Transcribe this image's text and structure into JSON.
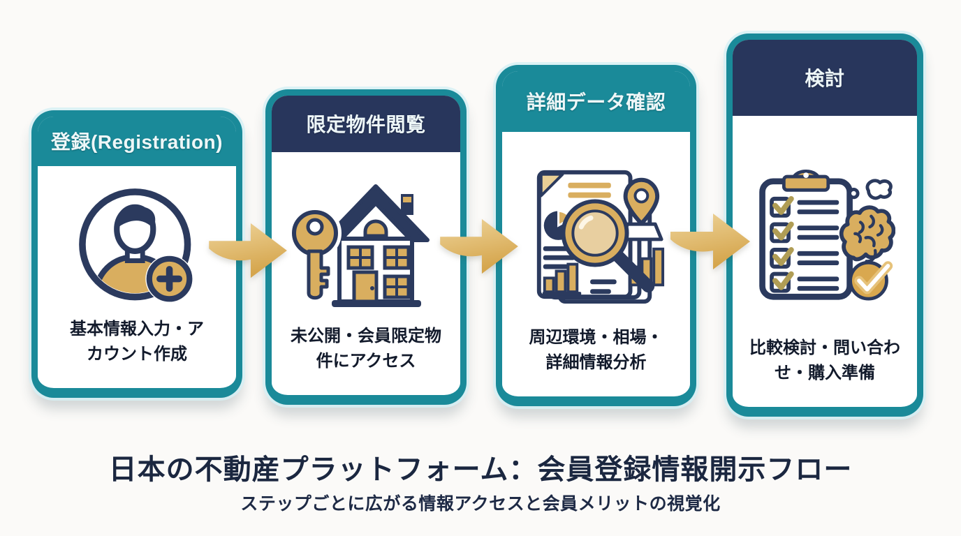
{
  "page": {
    "title": "日本の不動産プラットフォーム：会員登録情報開示フロー",
    "subtitle": "ステップごとに広がる情報アクセスと会員メリットの視覚化"
  },
  "colors": {
    "teal": "#1a8a99",
    "navy": "#28365c",
    "gold": "#d9ae5f",
    "gold_light": "#ecd193",
    "background": "#fbfaf8",
    "title_text": "#1b2740",
    "body_text": "#121a2b",
    "header_text": "#eef7f8"
  },
  "steps": [
    {
      "title": "登録(Registration)",
      "description": "基本情報入力・アカウント作成",
      "header_color": "teal",
      "icon": "user-plus-icon"
    },
    {
      "title": "限定物件閲覧",
      "description": "未公開・会員限定物件にアクセス",
      "header_color": "navy",
      "icon": "key-house-icon"
    },
    {
      "title": "詳細データ確認",
      "description": "周辺環境・相場・詳細情報分析",
      "header_color": "teal",
      "icon": "document-magnifier-icon"
    },
    {
      "title": "検討",
      "description": "比較検討・問い合わせ・購入準備",
      "header_color": "navy",
      "icon": "clipboard-brain-icon"
    }
  ],
  "arrows": [
    {
      "icon": "arrow-right-icon"
    },
    {
      "icon": "arrow-right-icon"
    },
    {
      "icon": "arrow-right-icon"
    }
  ]
}
